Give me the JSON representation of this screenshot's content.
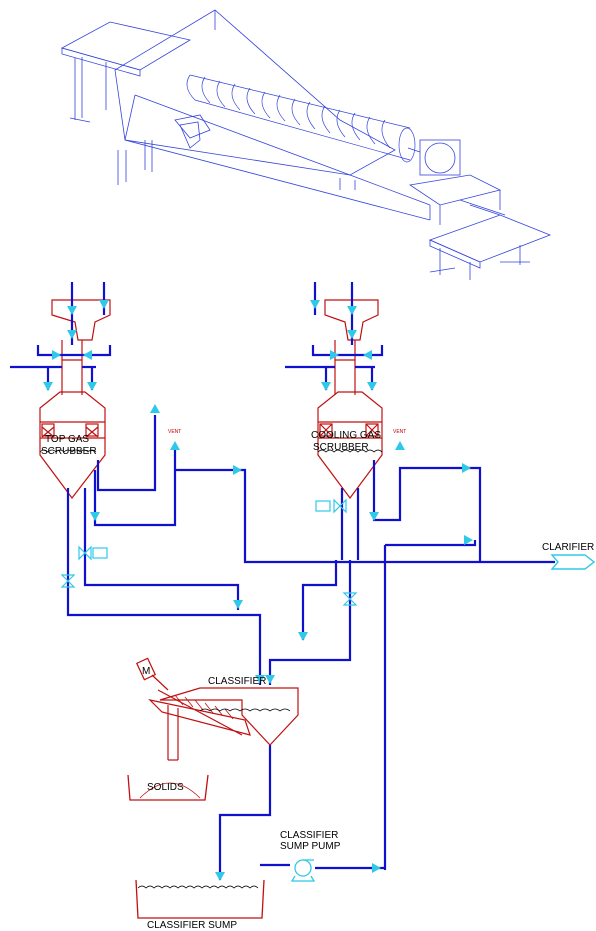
{
  "labels": {
    "top_gas_scrubber": [
      "TOP GAS",
      "SCRUBBER"
    ],
    "cooling_gas_scrubber": [
      "COOLING GAS",
      "SCRUBBER"
    ],
    "vent1": "VENT",
    "vent2": "VENT",
    "clarifier": "CLARIFIER",
    "classifier": "CLASSIFIER",
    "solids": "SOLIDS",
    "classifier_sump_pump": [
      "CLASSIFIER",
      "SUMP PUMP"
    ],
    "classifier_sump": "CLASSIFIER SUMP",
    "motor": "M"
  },
  "colors": {
    "pipe": "#1010d0",
    "arrow": "#30c8e8",
    "equipment": "#c01010",
    "sketch": "#3344dd",
    "water": "#000000"
  }
}
